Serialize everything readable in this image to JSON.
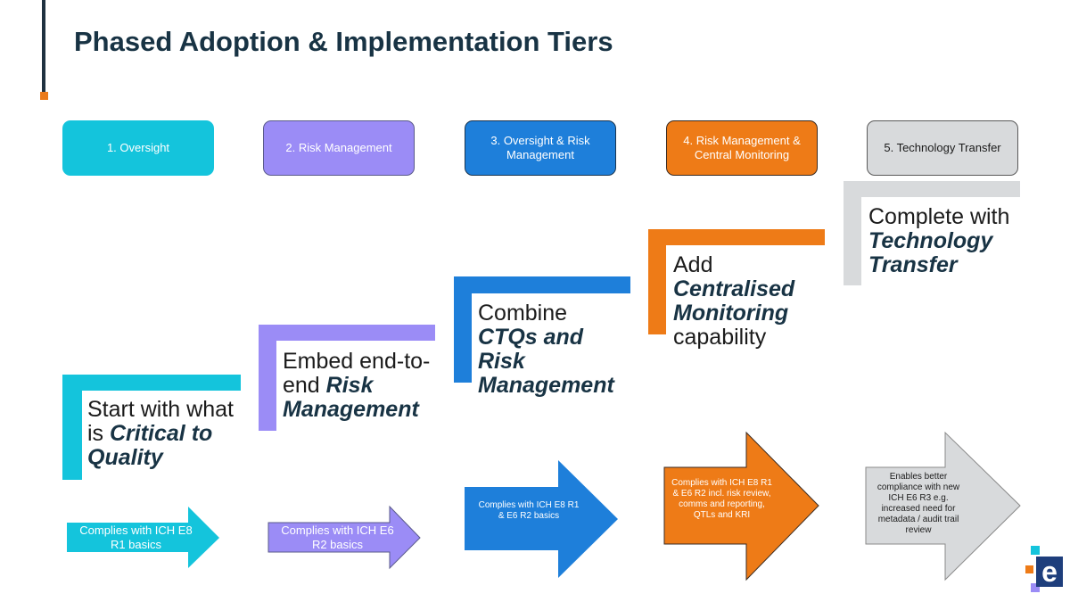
{
  "slide": {
    "title": "Phased Adoption & Implementation Tiers"
  },
  "colors": {
    "title": "#183344",
    "accent_bar": "#1f3140",
    "accent_square": "#ea7b1c",
    "tier1": "#14c4dc",
    "tier2": "#9b8cf6",
    "tier3": "#1e7fda",
    "tier4": "#ee7b17",
    "tier5": "#d8dadc"
  },
  "tiers": [
    {
      "label": "1. Oversight"
    },
    {
      "label": "2. Risk Management"
    },
    {
      "label": "3. Oversight & Risk Management"
    },
    {
      "label": "4. Risk Management & Central Monitoring"
    },
    {
      "label": "5. Technology Transfer"
    }
  ],
  "steps": [
    {
      "lead": "Start with what is ",
      "emphasis": "Critical to Quality",
      "tail": ""
    },
    {
      "lead": "Embed end-to-end ",
      "emphasis": "Risk Management",
      "tail": ""
    },
    {
      "lead": "Combine ",
      "emphasis": "CTQs and Risk Management",
      "tail": ""
    },
    {
      "lead": "Add ",
      "emphasis": "Centralised Monitoring",
      "tail": " capability"
    },
    {
      "lead": "Complete with ",
      "emphasis": "Technology Transfer",
      "tail": ""
    }
  ],
  "compliance": [
    {
      "text": "Complies with ICH E8 R1 basics"
    },
    {
      "text": "Complies with ICH E6 R2 basics"
    },
    {
      "text": "Complies with ICH E8 R1 & E6 R2 basics"
    },
    {
      "text": "Complies with ICH E8 R1 & E6 R2 incl. risk review, comms and reporting, QTLs and KRI"
    },
    {
      "text": "Enables better compliance with new ICH E6 R3 e.g. increased need for metadata / audit trail review"
    }
  ],
  "logo": {
    "glyph": "e"
  }
}
